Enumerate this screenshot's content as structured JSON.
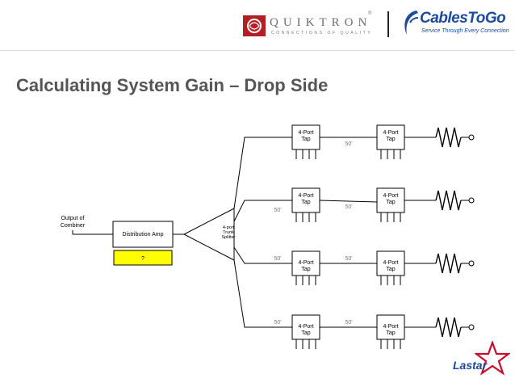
{
  "header": {
    "quiktron_name": "QUIKTRON",
    "quiktron_tagline": "CONNECTIONS OF QUALITY",
    "cablestogo_name": "CablesToGo",
    "cablestogo_tagline": "Service Through Every Connection"
  },
  "title": "Calculating System Gain – Drop Side",
  "diagram": {
    "output_label": [
      "Output of",
      "Combiner"
    ],
    "amp_label": "Distribution Amp",
    "amp_value": "?",
    "splitter_label": [
      "4-port",
      "Trunk",
      "Splitter"
    ],
    "tap_label": [
      "4-Port",
      "Tap"
    ],
    "distance_label": "50'",
    "colors": {
      "highlight": "#ffff00",
      "line": "#000000",
      "distance": "#777777"
    }
  },
  "footer": {
    "lastar_name": "Lastar"
  }
}
